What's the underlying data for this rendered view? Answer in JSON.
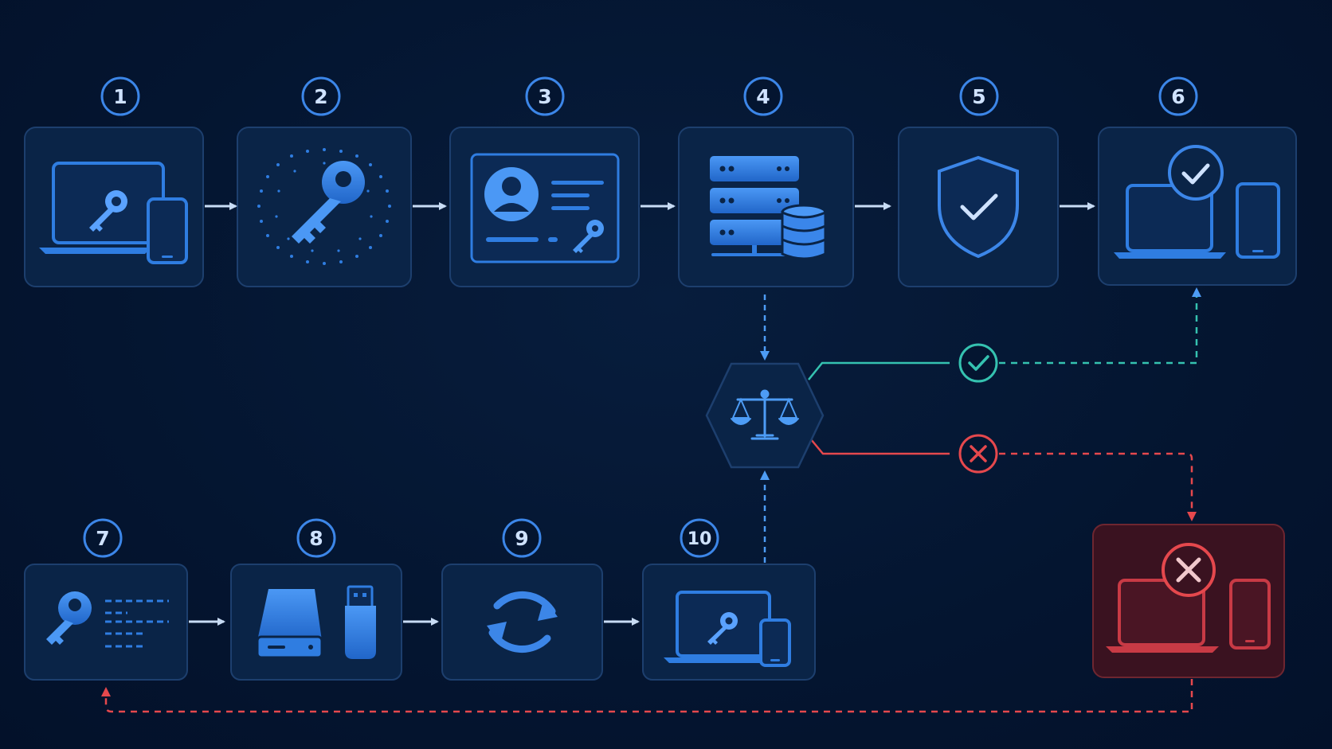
{
  "colors": {
    "background": "#041530",
    "box_fill": "#0a2447",
    "box_stroke": "#1d3f6e",
    "accent_blue": "#2f7de1",
    "light_blue": "#5aa2ff",
    "arrow": "#c8dcf5",
    "success": "#35c2b0",
    "failure": "#e5484d",
    "failure_box_fill": "#3a1220"
  },
  "steps": [
    {
      "number": "1",
      "icon": "laptop-phone-key-icon"
    },
    {
      "number": "2",
      "icon": "key-generation-icon"
    },
    {
      "number": "3",
      "icon": "identity-card-key-icon"
    },
    {
      "number": "4",
      "icon": "server-database-icon"
    },
    {
      "number": "5",
      "icon": "shield-check-icon"
    },
    {
      "number": "6",
      "icon": "approved-devices-icon"
    },
    {
      "number": "7",
      "icon": "key-list-icon"
    },
    {
      "number": "8",
      "icon": "storage-drive-usb-icon"
    },
    {
      "number": "9",
      "icon": "sync-icon"
    },
    {
      "number": "10",
      "icon": "laptop-phone-key-icon"
    }
  ],
  "decision": {
    "icon": "balance-scale-icon"
  },
  "outcomes": {
    "success_icon": "check-circle-icon",
    "failure_icon": "x-circle-icon",
    "rejected_box_icon": "rejected-devices-icon"
  }
}
